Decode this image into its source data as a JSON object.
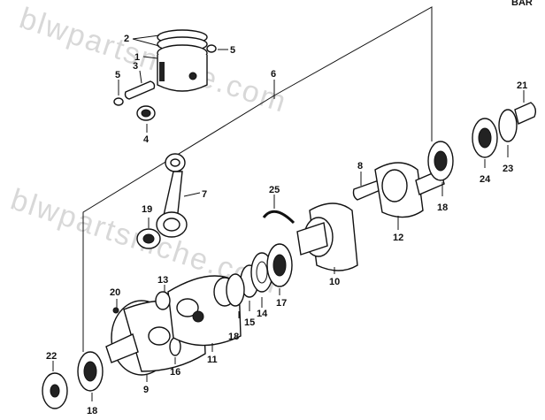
{
  "corner_text": "BAR",
  "watermark": "blwpartsniche.com",
  "parts": [
    {
      "num": "1"
    },
    {
      "num": "2"
    },
    {
      "num": "3"
    },
    {
      "num": "4"
    },
    {
      "num": "5"
    },
    {
      "num": "5"
    },
    {
      "num": "6"
    },
    {
      "num": "7"
    },
    {
      "num": "8"
    },
    {
      "num": "9"
    },
    {
      "num": "10"
    },
    {
      "num": "11"
    },
    {
      "num": "12"
    },
    {
      "num": "13"
    },
    {
      "num": "14"
    },
    {
      "num": "15"
    },
    {
      "num": "16"
    },
    {
      "num": "17"
    },
    {
      "num": "18"
    },
    {
      "num": "18"
    },
    {
      "num": "18"
    },
    {
      "num": "19"
    },
    {
      "num": "20"
    },
    {
      "num": "21"
    },
    {
      "num": "22"
    },
    {
      "num": "23"
    },
    {
      "num": "24"
    },
    {
      "num": "25"
    }
  ]
}
